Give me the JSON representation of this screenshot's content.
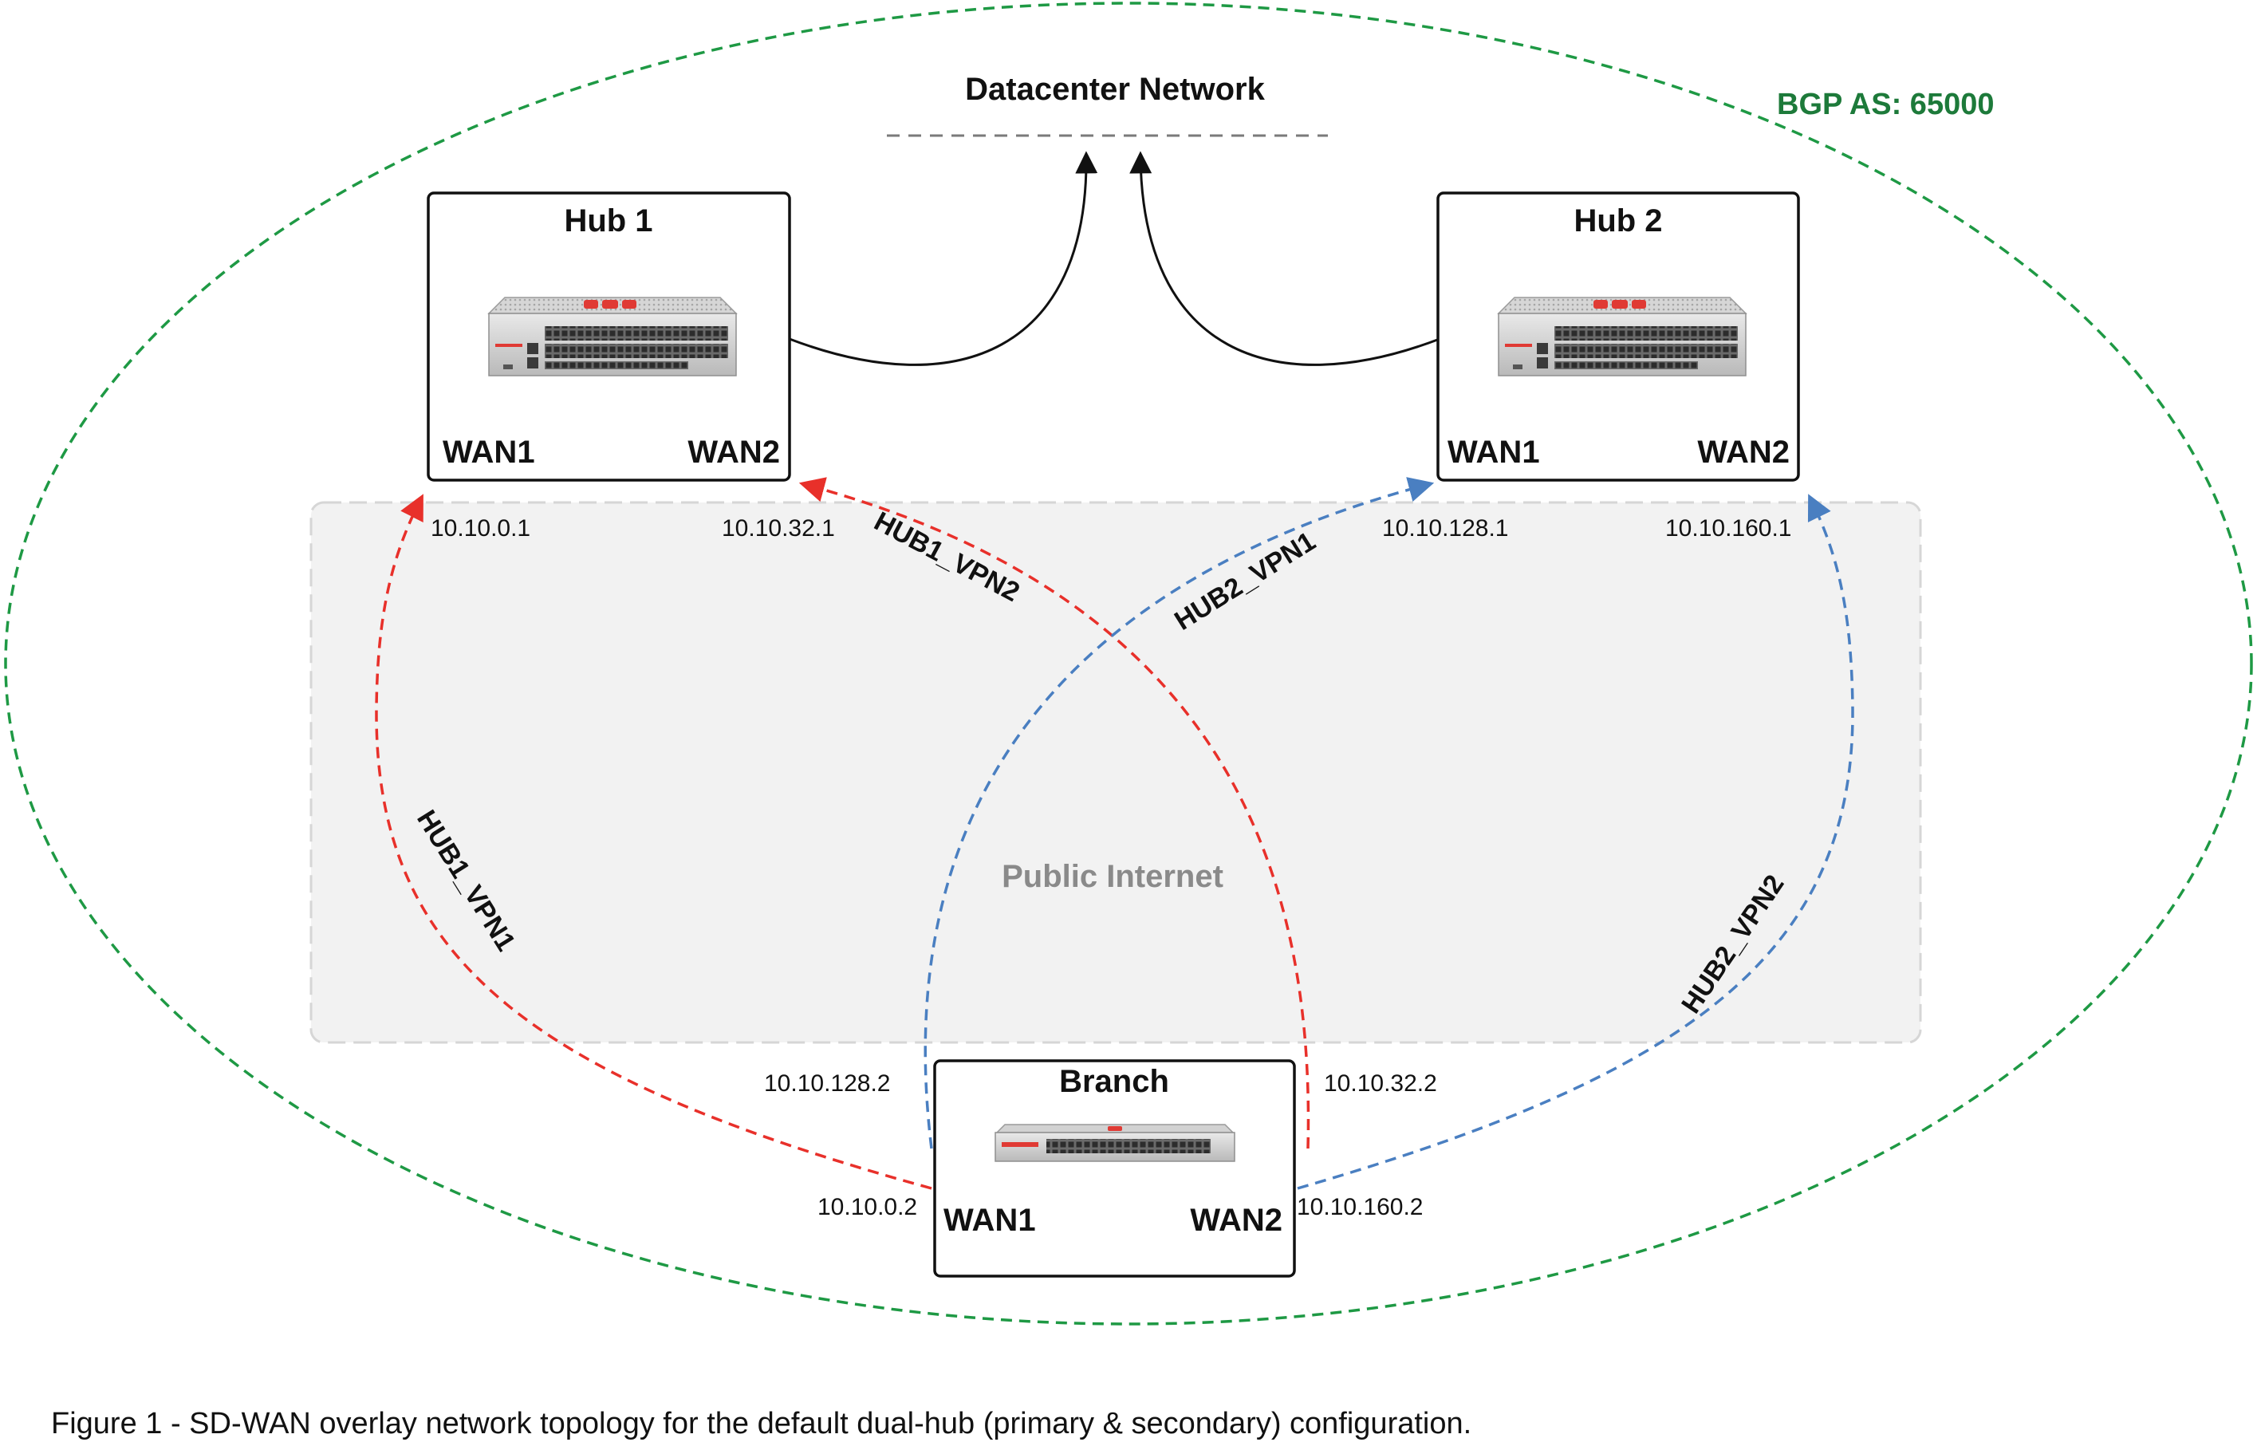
{
  "bgp_label": "BGP AS: 65000",
  "datacenter_label": "Datacenter Network",
  "public_internet_label": "Public Internet",
  "hub1": {
    "title": "Hub 1",
    "wan1": "WAN1",
    "wan2": "WAN2"
  },
  "hub2": {
    "title": "Hub 2",
    "wan1": "WAN1",
    "wan2": "WAN2"
  },
  "branch": {
    "title": "Branch",
    "wan1": "WAN1",
    "wan2": "WAN2"
  },
  "ips": {
    "hub1_wan1": "10.10.0.1",
    "hub1_wan2": "10.10.32.1",
    "hub2_wan1": "10.10.128.1",
    "hub2_wan2": "10.10.160.1",
    "branch_hub2_vpn1": "10.10.128.2",
    "branch_hub1_vpn2": "10.10.32.2",
    "branch_hub1_vpn1": "10.10.0.2",
    "branch_hub2_vpn2": "10.10.160.2"
  },
  "tunnels": {
    "hub1_vpn1": "HUB1_VPN1",
    "hub1_vpn2": "HUB1_VPN2",
    "hub2_vpn1": "HUB2_VPN1",
    "hub2_vpn2": "HUB2_VPN2"
  },
  "caption": "Figure 1 - SD-WAN overlay network topology for the default dual-hub (primary & secondary) configuration.",
  "colors": {
    "bgp_green": "#1e9944",
    "bgp_label_green": "#1d7a3a",
    "hub1_red": "#e8302a",
    "hub2_blue": "#4a7fc1",
    "internet_gray": "#8a8a8a",
    "device_red": "#e03a34"
  },
  "icons": {
    "hub_device": "fortigate-rack-appliance-icon",
    "branch_device": "fortigate-desktop-appliance-icon"
  }
}
